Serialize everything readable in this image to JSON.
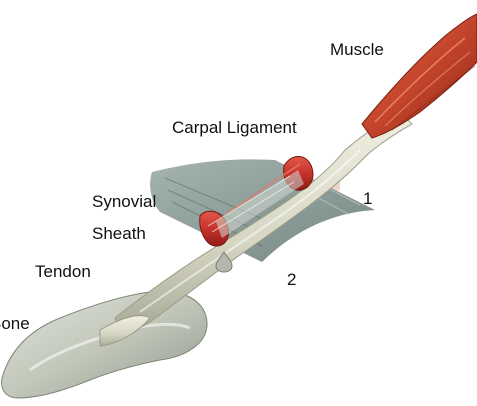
{
  "labels": {
    "muscle": "Muscle",
    "carpal_ligament": "Carpal Ligament",
    "synovial_sheath_line1": "Synovial",
    "synovial_sheath_line2": "Sheath",
    "tendon": "Tendon",
    "bone": "Bone",
    "marker_1": "1",
    "marker_2": "2"
  },
  "colors": {
    "muscle": "#c4452c",
    "tendon": "#dcdcca",
    "ligament": "#8c9e9a",
    "sheath": "#c8322c",
    "bone": "#c6cbbe"
  }
}
